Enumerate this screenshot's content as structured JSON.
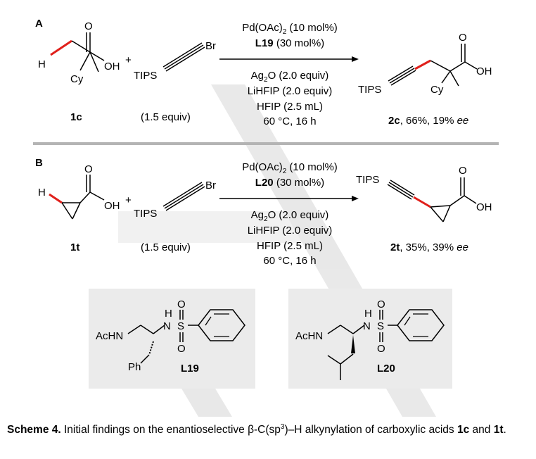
{
  "panel_a": {
    "label": "A",
    "reactant_h": "H",
    "reactant_cy": "Cy",
    "reactant_o": "O",
    "reactant_oh": "OH",
    "plus": "+",
    "tips": "TIPS",
    "br": "Br",
    "cond_pd": "Pd(OAc)",
    "cond_pd_sub": "2",
    "cond_pd_rest": " (10 mol%)",
    "cond_ligand": "L19",
    "cond_ligand_rest": " (30 mol%)",
    "cond_ag": "Ag",
    "cond_ag_sub": "2",
    "cond_ag_rest": "O (2.0 equiv)",
    "cond_lihfip": "LiHFIP (2.0 equiv)",
    "cond_hfip": "HFIP (2.5 mL)",
    "cond_temp": "60 °C, 16 h",
    "product_o": "O",
    "product_oh": "OH",
    "product_tips": "TIPS",
    "product_cy": "Cy",
    "substrate_label": "1c",
    "equiv_label": "(1.5 equiv)",
    "product_label": "2c",
    "product_yield": ", 66%, 19% ",
    "product_ee": "ee"
  },
  "panel_b": {
    "label": "B",
    "reactant_h": "H",
    "reactant_o": "O",
    "reactant_oh": "OH",
    "plus": "+",
    "tips": "TIPS",
    "br": "Br",
    "cond_pd": "Pd(OAc)",
    "cond_pd_sub": "2",
    "cond_pd_rest": " (10 mol%)",
    "cond_ligand": "L20",
    "cond_ligand_rest": " (30 mol%)",
    "cond_ag": "Ag",
    "cond_ag_sub": "2",
    "cond_ag_rest": "O (2.0 equiv)",
    "cond_lihfip": "LiHFIP (2.0 equiv)",
    "cond_hfip": "HFIP (2.5 mL)",
    "cond_temp": "60 °C, 16 h",
    "product_tips": "TIPS",
    "product_o": "O",
    "product_oh": "OH",
    "substrate_label": "1t",
    "equiv_label": "(1.5 equiv)",
    "product_label": "2t",
    "product_yield": ", 35%, 39% ",
    "product_ee": "ee"
  },
  "ligand_l19": {
    "achn": "AcHN",
    "h": "H",
    "n": "N",
    "s": "S",
    "o_top": "O",
    "o_bottom": "O",
    "ph": "Ph",
    "name": "L19"
  },
  "ligand_l20": {
    "achn": "AcHN",
    "h": "H",
    "n": "N",
    "s": "S",
    "o_top": "O",
    "o_bottom": "O",
    "name": "L20"
  },
  "caption": {
    "title": "Scheme 4.",
    "text1": " Initial findings on the enantioselective β-C(sp",
    "sup": "3",
    "text2": ")–H alkynylation of carboxylic acids ",
    "bold1": "1c",
    "and": " and ",
    "bold2": "1t",
    "end": "."
  },
  "colors": {
    "ink": "#000000",
    "highlight_bond": "#e0201b",
    "divider": "#b4b4b4",
    "ligand_box": "#ebebeb",
    "watermark": "#d9d9d9"
  }
}
